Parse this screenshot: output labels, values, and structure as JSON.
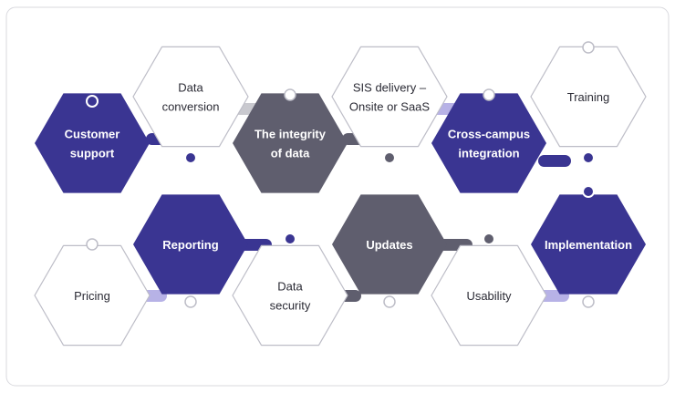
{
  "colors": {
    "navy": "#3a3592",
    "gray": "#5f5e6e",
    "outline": "#bdbdc7",
    "white": "#ffffff",
    "lavender": "#b7b2e6",
    "lightgray": "#c9c9cf",
    "card_border": "#d9d9de"
  },
  "hexagons": [
    {
      "id": "customer-support",
      "lines": [
        "Customer",
        "support"
      ],
      "style": "navy"
    },
    {
      "id": "data-conversion",
      "lines": [
        "Data",
        "conversion"
      ],
      "style": "white"
    },
    {
      "id": "integrity-of-data",
      "lines": [
        "The integrity",
        "of data"
      ],
      "style": "gray"
    },
    {
      "id": "sis-delivery",
      "lines": [
        "SIS delivery –",
        "Onsite or SaaS"
      ],
      "style": "white"
    },
    {
      "id": "cross-campus-integration",
      "lines": [
        "Cross-campus",
        "integration"
      ],
      "style": "navy"
    },
    {
      "id": "training",
      "lines": [
        "Training"
      ],
      "style": "white"
    },
    {
      "id": "pricing",
      "lines": [
        "Pricing"
      ],
      "style": "white"
    },
    {
      "id": "reporting",
      "lines": [
        "Reporting"
      ],
      "style": "navy"
    },
    {
      "id": "data-security",
      "lines": [
        "Data",
        "security"
      ],
      "style": "white"
    },
    {
      "id": "updates",
      "lines": [
        "Updates"
      ],
      "style": "gray"
    },
    {
      "id": "usability",
      "lines": [
        "Usability"
      ],
      "style": "white"
    },
    {
      "id": "implementation",
      "lines": [
        "Implementation"
      ],
      "style": "navy"
    }
  ]
}
